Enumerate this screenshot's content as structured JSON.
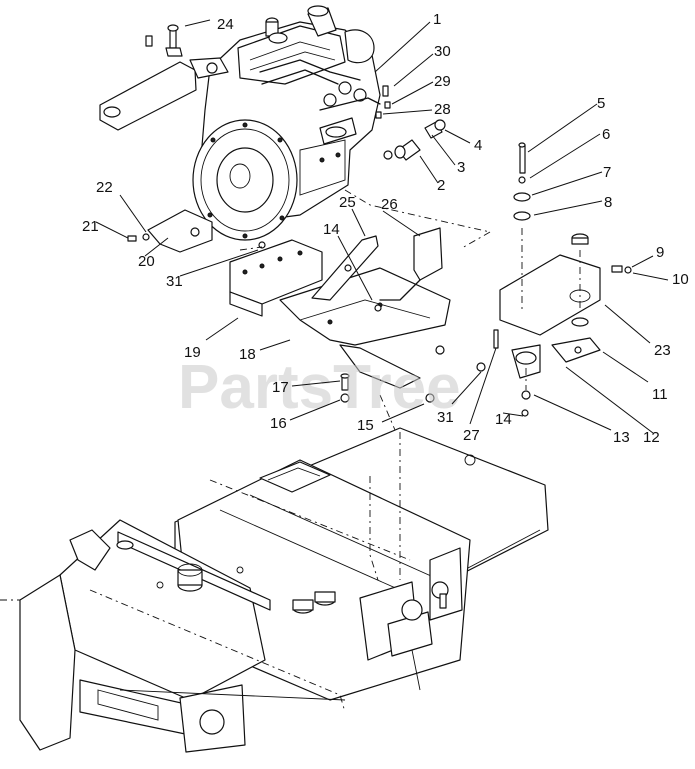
{
  "watermark": "PartsTree",
  "callouts": {
    "c1": "1",
    "c2": "2",
    "c3": "3",
    "c4": "4",
    "c5": "5",
    "c6": "6",
    "c7": "7",
    "c8": "8",
    "c9": "9",
    "c10": "10",
    "c11": "11",
    "c12": "12",
    "c13": "13",
    "c14a": "14",
    "c14b": "14",
    "c15": "15",
    "c16": "16",
    "c17": "17",
    "c18": "18",
    "c19": "19",
    "c20": "20",
    "c21": "21",
    "c22": "22",
    "c23": "23",
    "c24": "24",
    "c25": "25",
    "c26": "26",
    "c27": "27",
    "c28": "28",
    "c29": "29",
    "c30": "30",
    "c31a": "31",
    "c31b": "31"
  }
}
